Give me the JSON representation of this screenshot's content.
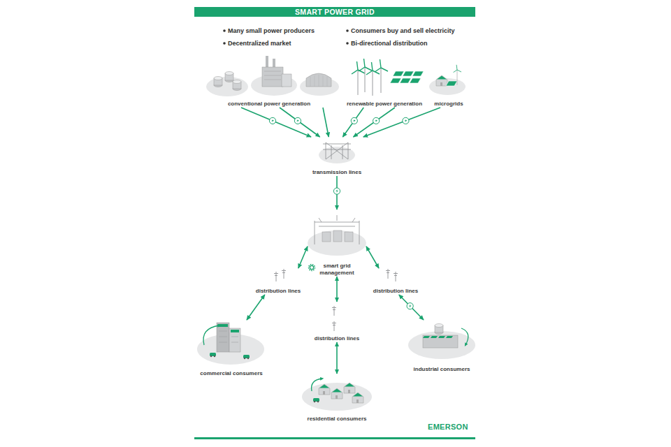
{
  "diagram": {
    "title": "SMART POWER GRID",
    "nodes": [
      {
        "text": [
          "conventional power generation"
        ]
      },
      {
        "text": [
          "renewable power generation"
        ]
      },
      {
        "text": [
          "microgrids"
        ]
      },
      {
        "text": [
          "transmission lines"
        ]
      },
      {
        "text": [
          "smart grid management"
        ]
      },
      {
        "text": [
          "distribution lines"
        ]
      },
      {
        "text": [
          "distribution lines"
        ]
      },
      {
        "text": [
          "distribution lines"
        ]
      },
      {
        "text": [
          "commercial consumers"
        ]
      },
      {
        "text": [
          "residential consumers"
        ]
      },
      {
        "text": [
          "industrial consumers"
        ]
      }
    ],
    "edges": [
      {
        "from": 0,
        "to": 3,
        "arrow": "to"
      },
      {
        "from": 0,
        "to": 3,
        "arrow": "to"
      },
      {
        "from": 0,
        "to": 3,
        "arrow": "to"
      },
      {
        "from": 1,
        "to": 3,
        "arrow": "to"
      },
      {
        "from": 1,
        "to": 3,
        "arrow": "to"
      },
      {
        "from": 2,
        "to": 3,
        "arrow": "to"
      },
      {
        "from": 3,
        "to": 4,
        "arrow": "to"
      },
      {
        "from": 4,
        "to": 5,
        "arrow": "both"
      },
      {
        "from": 4,
        "to": 6,
        "arrow": "both"
      },
      {
        "from": 4,
        "to": 7,
        "arrow": "both"
      },
      {
        "from": 5,
        "to": 8,
        "arrow": "both"
      },
      {
        "from": 6,
        "to": 9,
        "arrow": "both"
      },
      {
        "from": 7,
        "to": 10,
        "arrow": "both"
      }
    ],
    "labels": [
      "Many small power producers",
      "Decentralized market",
      "Consumers buy and sell electricity",
      "Bi-directional distribution",
      "EMERSON"
    ]
  }
}
